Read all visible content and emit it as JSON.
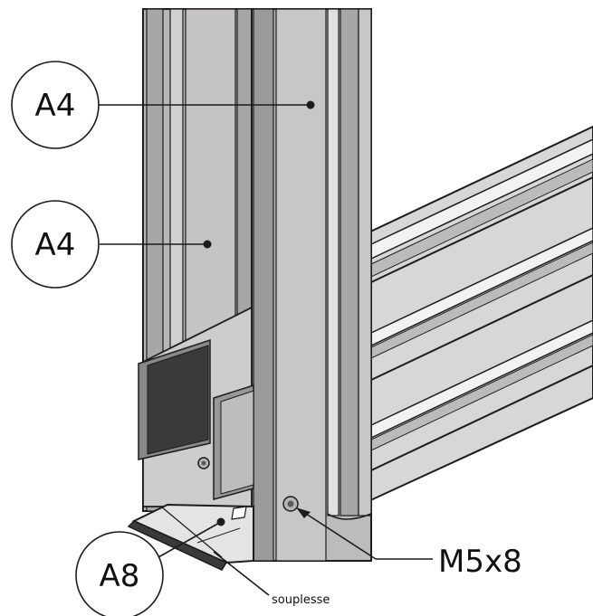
{
  "labels": {
    "callout_top": "A4",
    "callout_middle": "A4",
    "callout_bottom": "A8",
    "fastener": "M5x8",
    "note": "souplesse"
  },
  "colors": {
    "profile_light": "#cfcdcb",
    "profile_mid": "#b4b2b0",
    "profile_dark": "#8f8d8b",
    "outline": "#1c1c1c",
    "pad": "#3a3a3a",
    "background": "#ffffff"
  }
}
